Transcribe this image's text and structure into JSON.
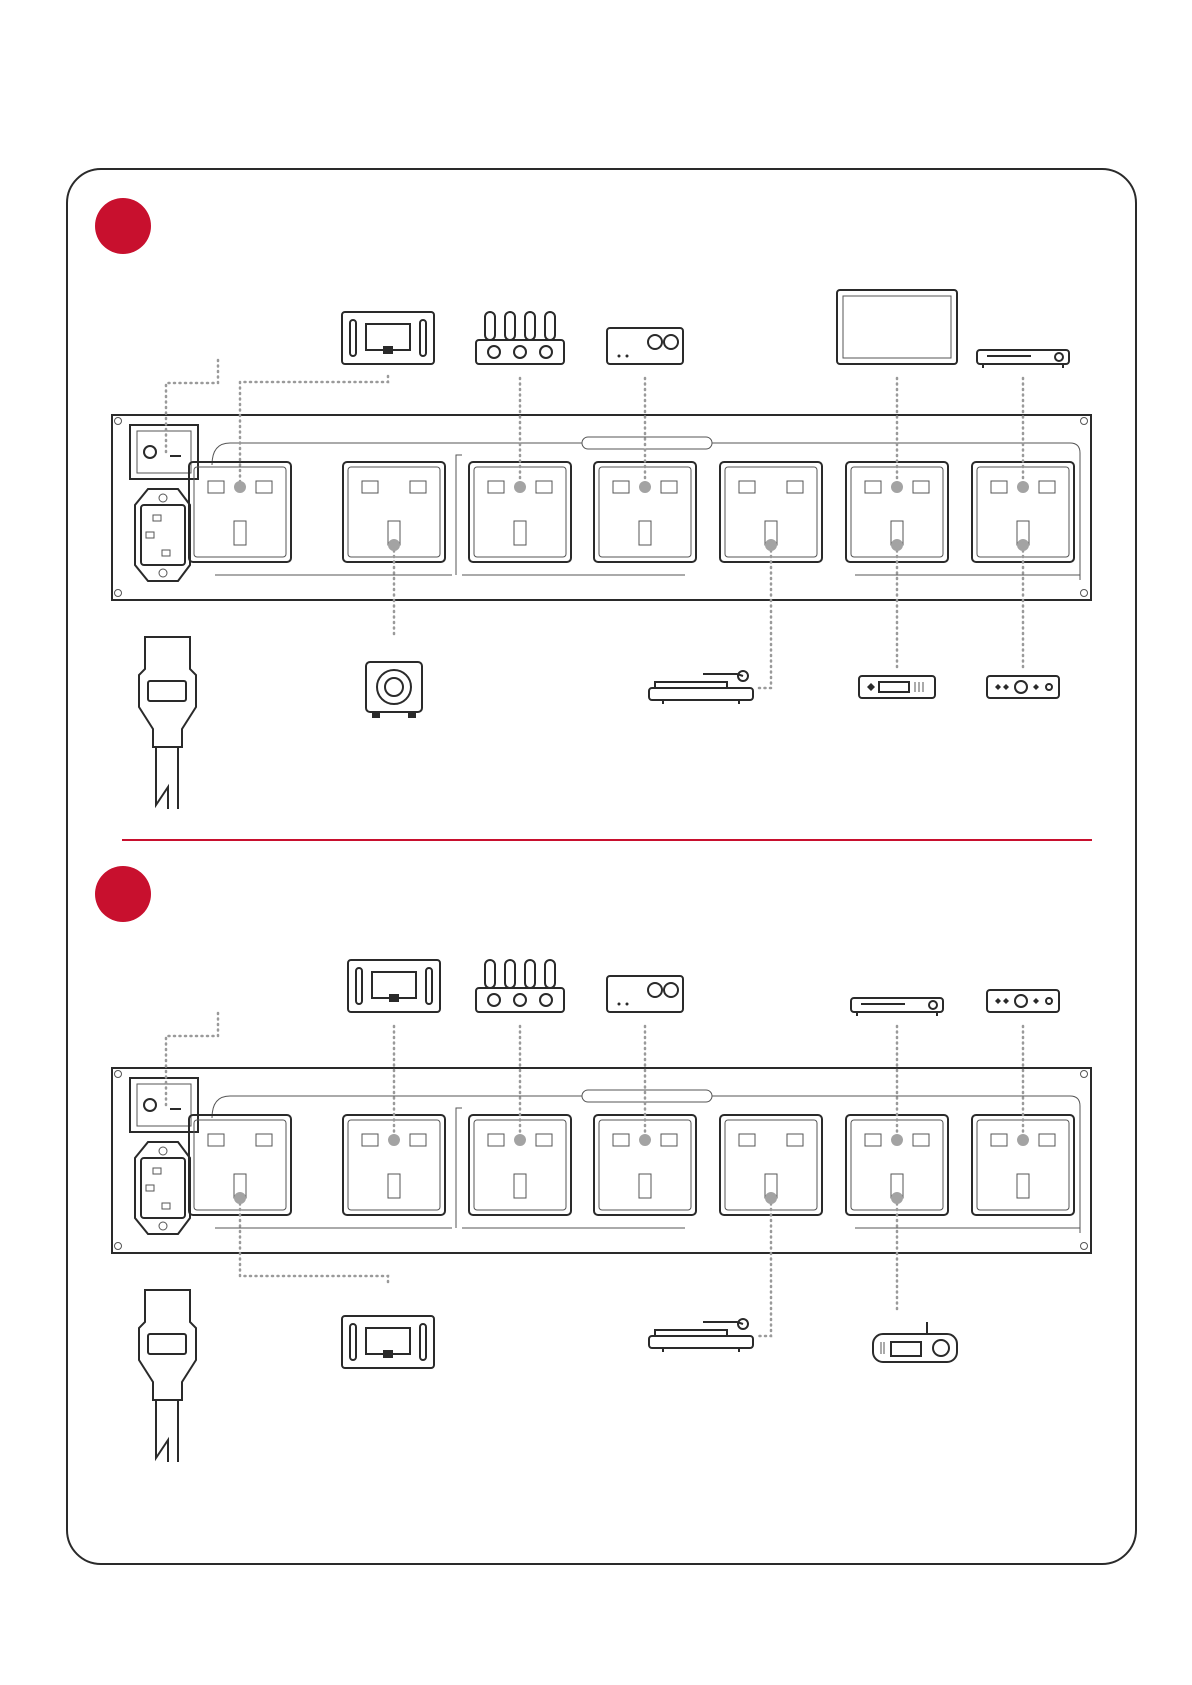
{
  "colors": {
    "accent": "#c8102e",
    "stroke": "#2a2a2a",
    "connector": "#9a9a9a",
    "background": "#ffffff"
  },
  "panels": [
    {
      "id": "panel-1",
      "socket_count": 7,
      "switch_connected": true,
      "devices_top": [
        {
          "icon": "power-amplifier-icon",
          "socket": 1
        },
        {
          "icon": "tube-amplifier-icon",
          "socket": 3
        },
        {
          "icon": "dac-icon",
          "socket": 4
        },
        {
          "icon": "tv-display-icon",
          "socket": 6
        },
        {
          "icon": "streamer-icon",
          "socket": 7
        }
      ],
      "devices_bottom": [
        {
          "icon": "subwoofer-icon",
          "socket": 2
        },
        {
          "icon": "turntable-icon",
          "socket": 5
        },
        {
          "icon": "receiver-icon",
          "socket": 6
        },
        {
          "icon": "preamp-icon",
          "socket": 7
        }
      ]
    },
    {
      "id": "panel-2",
      "socket_count": 7,
      "switch_connected": true,
      "devices_top": [
        {
          "icon": "power-amplifier-icon",
          "socket": 2
        },
        {
          "icon": "tube-amplifier-icon",
          "socket": 3
        },
        {
          "icon": "dac-icon",
          "socket": 4
        },
        {
          "icon": "streamer-icon",
          "socket": 6
        },
        {
          "icon": "preamp-icon",
          "socket": 7
        }
      ],
      "devices_bottom": [
        {
          "icon": "power-amplifier-icon",
          "socket": 1
        },
        {
          "icon": "turntable-icon",
          "socket": 5
        },
        {
          "icon": "cd-receiver-icon",
          "socket": 6
        }
      ]
    }
  ]
}
